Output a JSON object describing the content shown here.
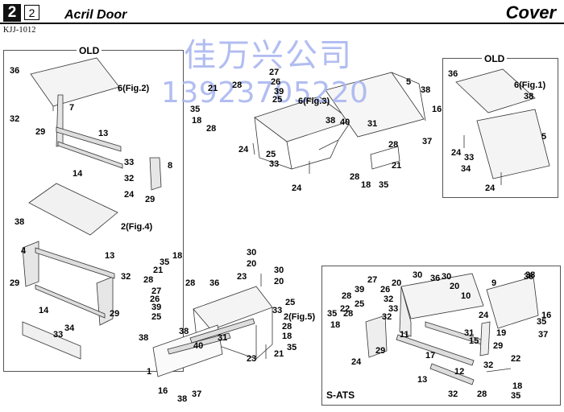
{
  "header": {
    "page_number": "2",
    "sub_number": "2",
    "title": "Acril Door",
    "section": "Cover",
    "model": "KJJ-1012"
  },
  "watermark": {
    "line1": "佳万兴公司",
    "line2": "13923705220"
  },
  "boxes": {
    "old_left": "OLD",
    "old_right": "OLD",
    "sats": "S-ATS"
  },
  "part_labels": [
    "36",
    "6(Fig.2)",
    "7",
    "32",
    "29",
    "13",
    "33",
    "32",
    "14",
    "8",
    "24",
    "29",
    "38",
    "2(Fig.4)",
    "4",
    "13",
    "32",
    "29",
    "14",
    "29",
    "34",
    "33",
    "27",
    "26",
    "39",
    "25",
    "21",
    "28",
    "35",
    "18",
    "28",
    "5",
    "38",
    "16",
    "6(Fig.3)",
    "38",
    "40",
    "31",
    "37",
    "24",
    "25",
    "33",
    "28",
    "21",
    "28",
    "18",
    "35",
    "24",
    "36",
    "6(Fig.1)",
    "38",
    "5",
    "24",
    "33",
    "34",
    "24",
    "18",
    "35",
    "21",
    "28",
    "28",
    "27",
    "26",
    "39",
    "25",
    "36",
    "30",
    "20",
    "30",
    "20",
    "23",
    "25",
    "33",
    "2(Fig.5)",
    "38",
    "38",
    "31",
    "40",
    "1",
    "16",
    "38",
    "37",
    "28",
    "18",
    "21",
    "35",
    "23",
    "20",
    "30",
    "36",
    "30",
    "20",
    "10",
    "9",
    "38",
    "27",
    "39",
    "26",
    "28",
    "25",
    "32",
    "22",
    "35",
    "28",
    "18",
    "33",
    "32",
    "24",
    "31",
    "15",
    "19",
    "29",
    "16",
    "35",
    "37",
    "29",
    "11",
    "24",
    "17",
    "13",
    "12",
    "32",
    "22",
    "28",
    "18",
    "35",
    "32",
    "38"
  ],
  "colors": {
    "watermark": "#a9b6f0",
    "line": "#333333"
  }
}
